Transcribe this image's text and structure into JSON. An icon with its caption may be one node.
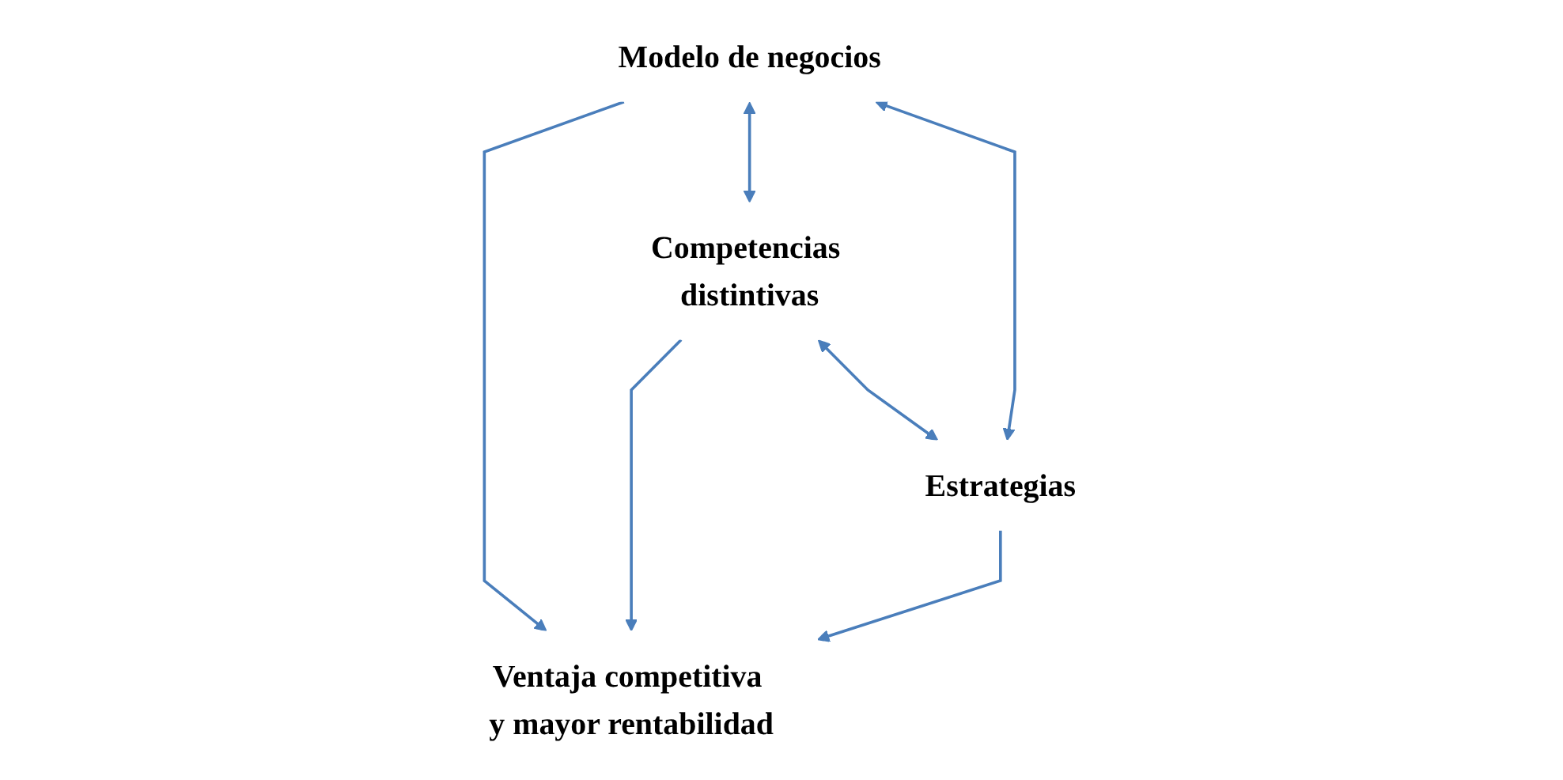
{
  "diagram": {
    "nodes": [
      {
        "text": [
          "Modelo de negocios"
        ]
      },
      {
        "text": [
          "Ventaja competitiva y mayor rentabilidad"
        ]
      },
      {
        "text": [
          "Competencias distintivas"
        ]
      },
      {
        "text": [
          "Estrategias"
        ]
      }
    ],
    "edges": [
      {
        "from": 0,
        "to": 1,
        "arrow": "to"
      },
      {
        "from": 0,
        "to": 2,
        "arrow": "both"
      },
      {
        "from": 0,
        "to": 3,
        "arrow": "both"
      },
      {
        "from": 2,
        "to": 1,
        "arrow": "to"
      },
      {
        "from": 3,
        "to": 1,
        "arrow": "to"
      },
      {
        "from": 2,
        "to": 3,
        "arrow": "both"
      }
    ]
  }
}
